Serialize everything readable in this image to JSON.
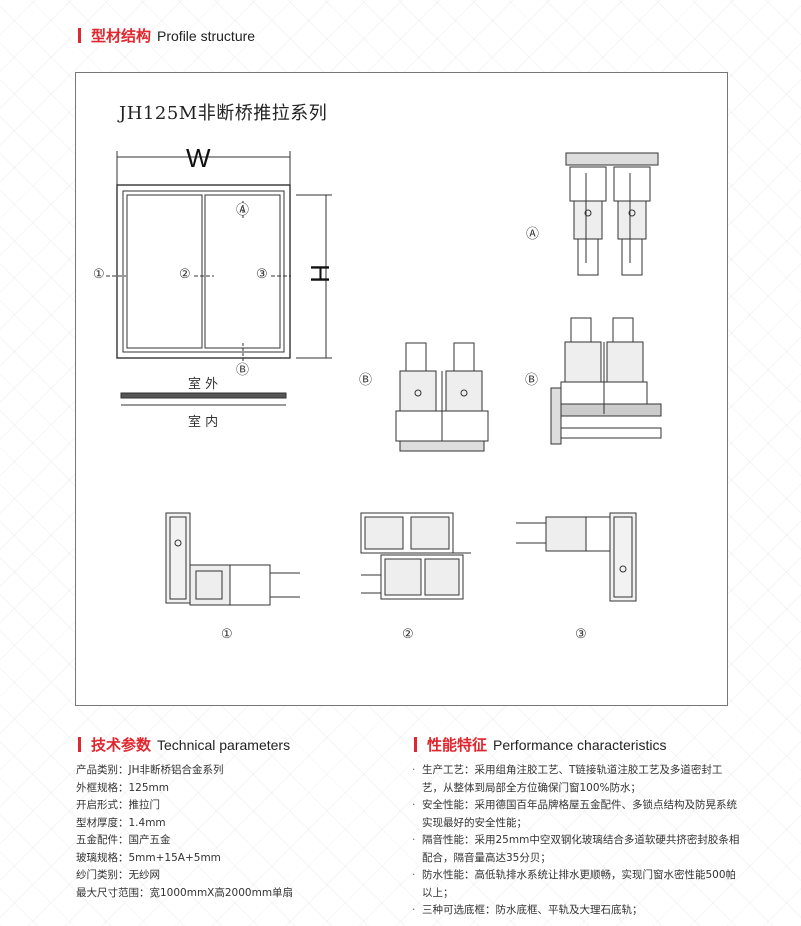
{
  "header": {
    "title_cn": "型材结构",
    "title_en": "Profile structure"
  },
  "diagram": {
    "series_title": "JH125M非断桥推拉系列",
    "width_label": "W",
    "height_label": "H",
    "outdoor_label": "室 外",
    "indoor_label": "室 内",
    "markers": {
      "one": "①",
      "two": "②",
      "three": "③",
      "a": "Ⓐ",
      "b": "Ⓑ"
    }
  },
  "tech": {
    "title_cn": "技术参数",
    "title_en": "Technical parameters",
    "rows": [
      "产品类别：JH非断桥铝合金系列",
      "外框规格：125mm",
      "开启形式：推拉门",
      "型材厚度：1.4mm",
      "五金配件：国产五金",
      "玻璃规格：5mm+15A+5mm",
      "纱门类别：无纱网",
      "最大尺寸范围：宽1000mmX高2000mm单扇"
    ]
  },
  "perf": {
    "title_cn": "性能特征",
    "title_en": "Performance characteristics",
    "items": [
      "生产工艺：采用组角注胶工艺、T链接轨道注胶工艺及多道密封工艺，从整体到局部全方位确保门窗100%防水；",
      "安全性能：采用德国百年品牌格屋五金配件、多锁点结构及防晃系统实现最好的安全性能；",
      "隔音性能：采用25mm中空双钢化玻璃结合多道软硬共挤密封胶条相配合，隔音量高达35分贝；",
      "防水性能：高低轨排水系统让排水更顺畅，实现门窗水密性能500帕以上；",
      "三种可选底框：防水底框、平轨及大理石底轨；"
    ]
  },
  "colors": {
    "accent": "#e0262e"
  }
}
